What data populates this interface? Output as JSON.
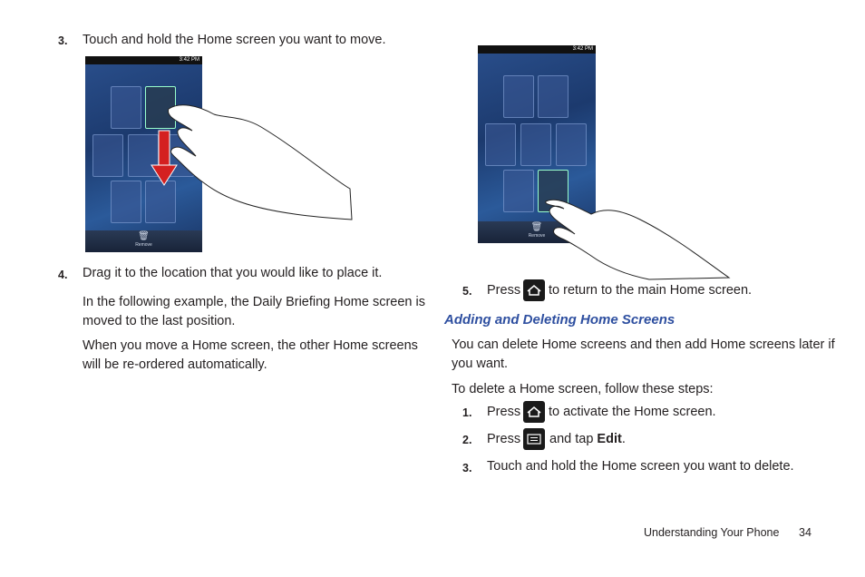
{
  "left": {
    "step3": {
      "num": "3.",
      "text": "Touch and hold the Home screen you want to move."
    },
    "step4": {
      "num": "4.",
      "text": "Drag it to the location that you would like to place it."
    },
    "para1_line1": "In the following example, the Daily Briefing Home screen is",
    "para1_line2": "moved to the last position.",
    "para2_line1": "When you move a Home screen, the other Home screens",
    "para2_line2": "will be re-ordered automatically."
  },
  "phone_status_time": "3:42 PM",
  "phone_trash_label": "Remove",
  "right": {
    "step5": {
      "num": "5.",
      "press": "Press",
      "text": "to return to the main Home screen."
    },
    "heading": "Adding and Deleting Home Screens",
    "para1_line1": "You can delete Home screens and then add Home screens later if",
    "para1_line2": "you want.",
    "para2": "To delete a Home screen, follow these steps:",
    "s1": {
      "num": "1.",
      "press": "Press",
      "text": "to activate the Home screen."
    },
    "s2": {
      "num": "2.",
      "press": "Press",
      "text_a": "and tap",
      "text_b": "Edit",
      "text_c": "."
    },
    "s3": {
      "num": "3.",
      "text": "Touch and hold the Home screen you want to delete."
    }
  },
  "footer": {
    "section": "Understanding Your Phone",
    "page": "34"
  },
  "icons": [
    "home-key-icon",
    "menu-key-icon",
    "trash-icon",
    "red-down-arrow-icon",
    "hand-pointer-icon"
  ],
  "colors": {
    "heading": "#2e4fa0",
    "arrow": "#d42020"
  }
}
